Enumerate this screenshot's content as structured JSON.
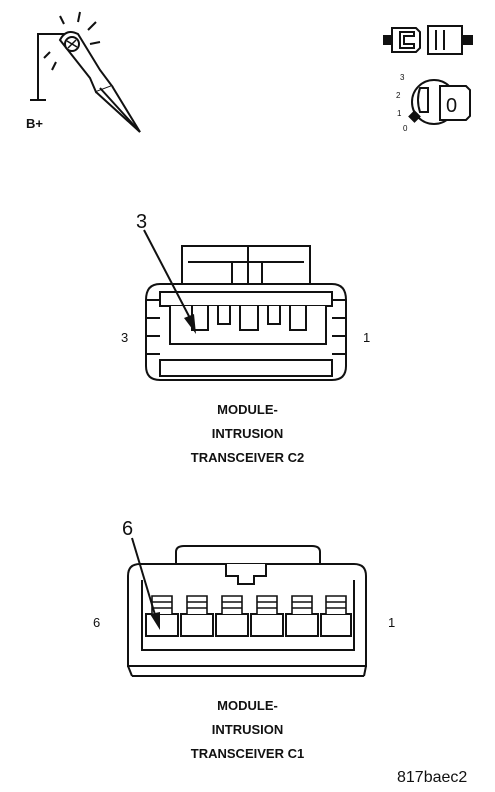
{
  "probe": {
    "label": "B+"
  },
  "ignition": {
    "positions": [
      "3",
      "2",
      "1",
      "0"
    ],
    "key_mark": "0"
  },
  "connector_c2": {
    "callout": "3",
    "pin_left": "3",
    "pin_right": "1",
    "caption": [
      "MODULE-",
      "INTRUSION",
      "TRANSCEIVER C2"
    ]
  },
  "connector_c1": {
    "callout": "6",
    "pin_left": "6",
    "pin_right": "1",
    "caption": [
      "MODULE-",
      "INTRUSION",
      "TRANSCEIVER C1"
    ]
  },
  "figure_id": "817baec2"
}
